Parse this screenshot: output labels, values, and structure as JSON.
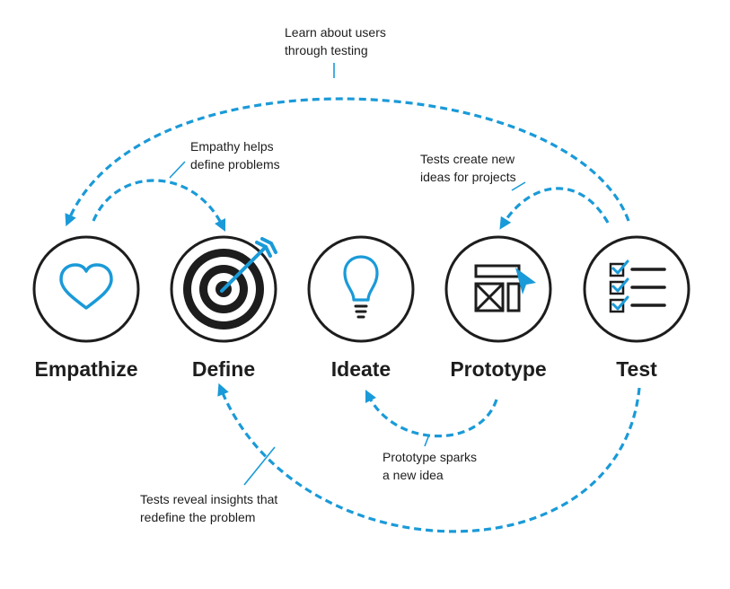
{
  "colors": {
    "accent": "#1a9ad8",
    "ink": "#1d1d1d"
  },
  "stages": [
    {
      "label": "Empathize",
      "icon": "heart-icon"
    },
    {
      "label": "Define",
      "icon": "target-icon"
    },
    {
      "label": "Ideate",
      "icon": "lightbulb-icon"
    },
    {
      "label": "Prototype",
      "icon": "wireframe-icon"
    },
    {
      "label": "Test",
      "icon": "checklist-icon"
    }
  ],
  "notes": {
    "learn": {
      "line1": "Learn about users",
      "line2": "through testing"
    },
    "empathy": {
      "line1": "Empathy helps",
      "line2": "define problems"
    },
    "tests_ideas": {
      "line1": "Tests create new",
      "line2": "ideas for projects"
    },
    "prototype_sparks": {
      "line1": "Prototype sparks",
      "line2": "a new idea"
    },
    "tests_reveal": {
      "line1": "Tests reveal insights that",
      "line2": "redefine the problem"
    }
  }
}
